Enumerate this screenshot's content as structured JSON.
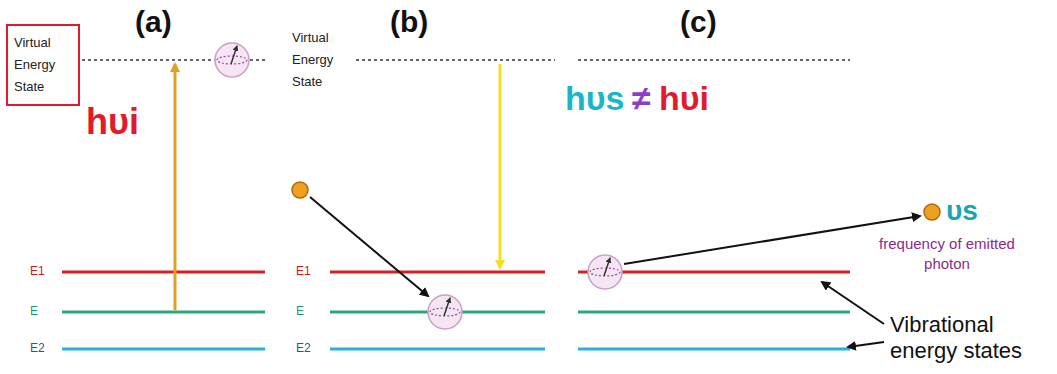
{
  "diagram": {
    "nodes": [
      {
        "text": [
          "Virtual Energy State"
        ]
      }
    ],
    "labels": [
      "(a)",
      "(b)",
      "(c)",
      "hυi",
      "E1",
      "E",
      "E2",
      "Virtual Energy State",
      "E1",
      "E",
      "E2",
      "hυs",
      "≠",
      "hυi",
      "υs",
      "frequency of emitted photon",
      "Vibrational energy states"
    ]
  }
}
